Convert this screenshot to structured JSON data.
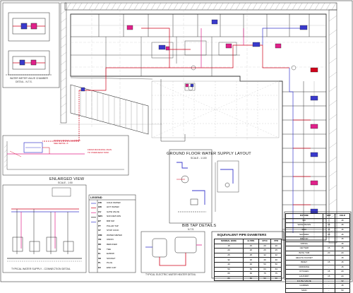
{
  "drawing": {
    "main_title": "GROUND FLOOR WATER SUPPLY LAYOUT",
    "main_scale": "SCALE - 1:100",
    "enlarged_view_title": "ENLARGED VIEW",
    "enlarged_view_scale": "SCALE - 1:50",
    "tap_details_title": "BIB TAP DETAILS",
    "tap_details_scale": "N.T.S.",
    "typical_connection_title": "TYPICAL WATER SUPPLY - CONNECTION DETAIL",
    "geyser_title": "TYPICAL ELECTRIC WATER HEATER DETAIL",
    "valve_detail_title": "WATER METER VALVE CHAMBER",
    "valve_detail_subtitle": "DETAIL - N.T.S.",
    "legend_title": "LEGEND",
    "red_notes": [
      "WATER METER CHAMBER",
      "SEE DETAIL 'A'",
      "FROM MUNICIPAL MAIN",
      "TO OVERHEAD TANK"
    ]
  },
  "pipe_table": {
    "title": "EQUIVALENT PIPE DIAMETERS",
    "headers": [
      "NOMINAL BORE",
      "GI PIPE",
      "CPVC",
      "PPR"
    ],
    "rows": [
      [
        "15",
        "15",
        "20",
        "20"
      ],
      [
        "20",
        "20",
        "25",
        "25"
      ],
      [
        "25",
        "25",
        "32",
        "32"
      ],
      [
        "32",
        "32",
        "40",
        "40"
      ],
      [
        "40",
        "40",
        "50",
        "50"
      ],
      [
        "50",
        "50",
        "63",
        "63"
      ],
      [
        "65",
        "65",
        "75",
        "75"
      ],
      [
        "80",
        "80",
        "90",
        "90"
      ]
    ]
  },
  "fixture_table": {
    "headers": [
      "FIXTURE",
      "HOT",
      "COLD"
    ],
    "rows": [
      [
        "WC",
        "-",
        "15"
      ],
      [
        "WASH BASIN",
        "15",
        "15"
      ],
      [
        "SINK",
        "15",
        "15"
      ],
      [
        "SHOWER",
        "15",
        "15"
      ],
      [
        "BIB TAP",
        "-",
        "15"
      ],
      [
        "URINAL",
        "-",
        "15"
      ],
      [
        "GEYSER",
        "15",
        "15"
      ],
      [
        "BATH TUB",
        "20",
        "20"
      ],
      [
        "HEALTH FAUCET",
        "-",
        "15"
      ],
      [
        "BIDET",
        "15",
        "15"
      ],
      [
        "DRINKING",
        "-",
        "15"
      ],
      [
        "KITCHEN",
        "15",
        "20"
      ],
      [
        "LAUNDRY",
        "15",
        "20"
      ],
      [
        "FLUSH VALVE",
        "-",
        "32"
      ],
      [
        "GARDEN",
        "-",
        "15"
      ],
      [
        "MAIN",
        "-",
        "50"
      ]
    ]
  },
  "legend": {
    "items": [
      {
        "code": "CW",
        "label": "COLD WATER"
      },
      {
        "code": "HW",
        "label": "HOT WATER"
      },
      {
        "code": "GV",
        "label": "GATE VALVE"
      },
      {
        "code": "NRV",
        "label": "NON RETURN"
      },
      {
        "code": "BT",
        "label": "BIB TAP"
      },
      {
        "code": "PT",
        "label": "PILLAR TAP"
      },
      {
        "code": "ST",
        "label": "STOP COCK"
      },
      {
        "code": "WM",
        "label": "WATER METER"
      },
      {
        "code": "UN",
        "label": "UNION"
      },
      {
        "code": "RD",
        "label": "REDUCER"
      },
      {
        "code": "TE",
        "label": "TEE"
      },
      {
        "code": "EL",
        "label": "ELBOW"
      },
      {
        "code": "SK",
        "label": "SOCKET"
      },
      {
        "code": "PL",
        "label": "PLUG"
      },
      {
        "code": "EC",
        "label": "END CAP"
      }
    ]
  },
  "colors": {
    "line": "#222222",
    "water": "#d0021b",
    "riser": "#3a3acc",
    "fixture": "#e0218a"
  }
}
